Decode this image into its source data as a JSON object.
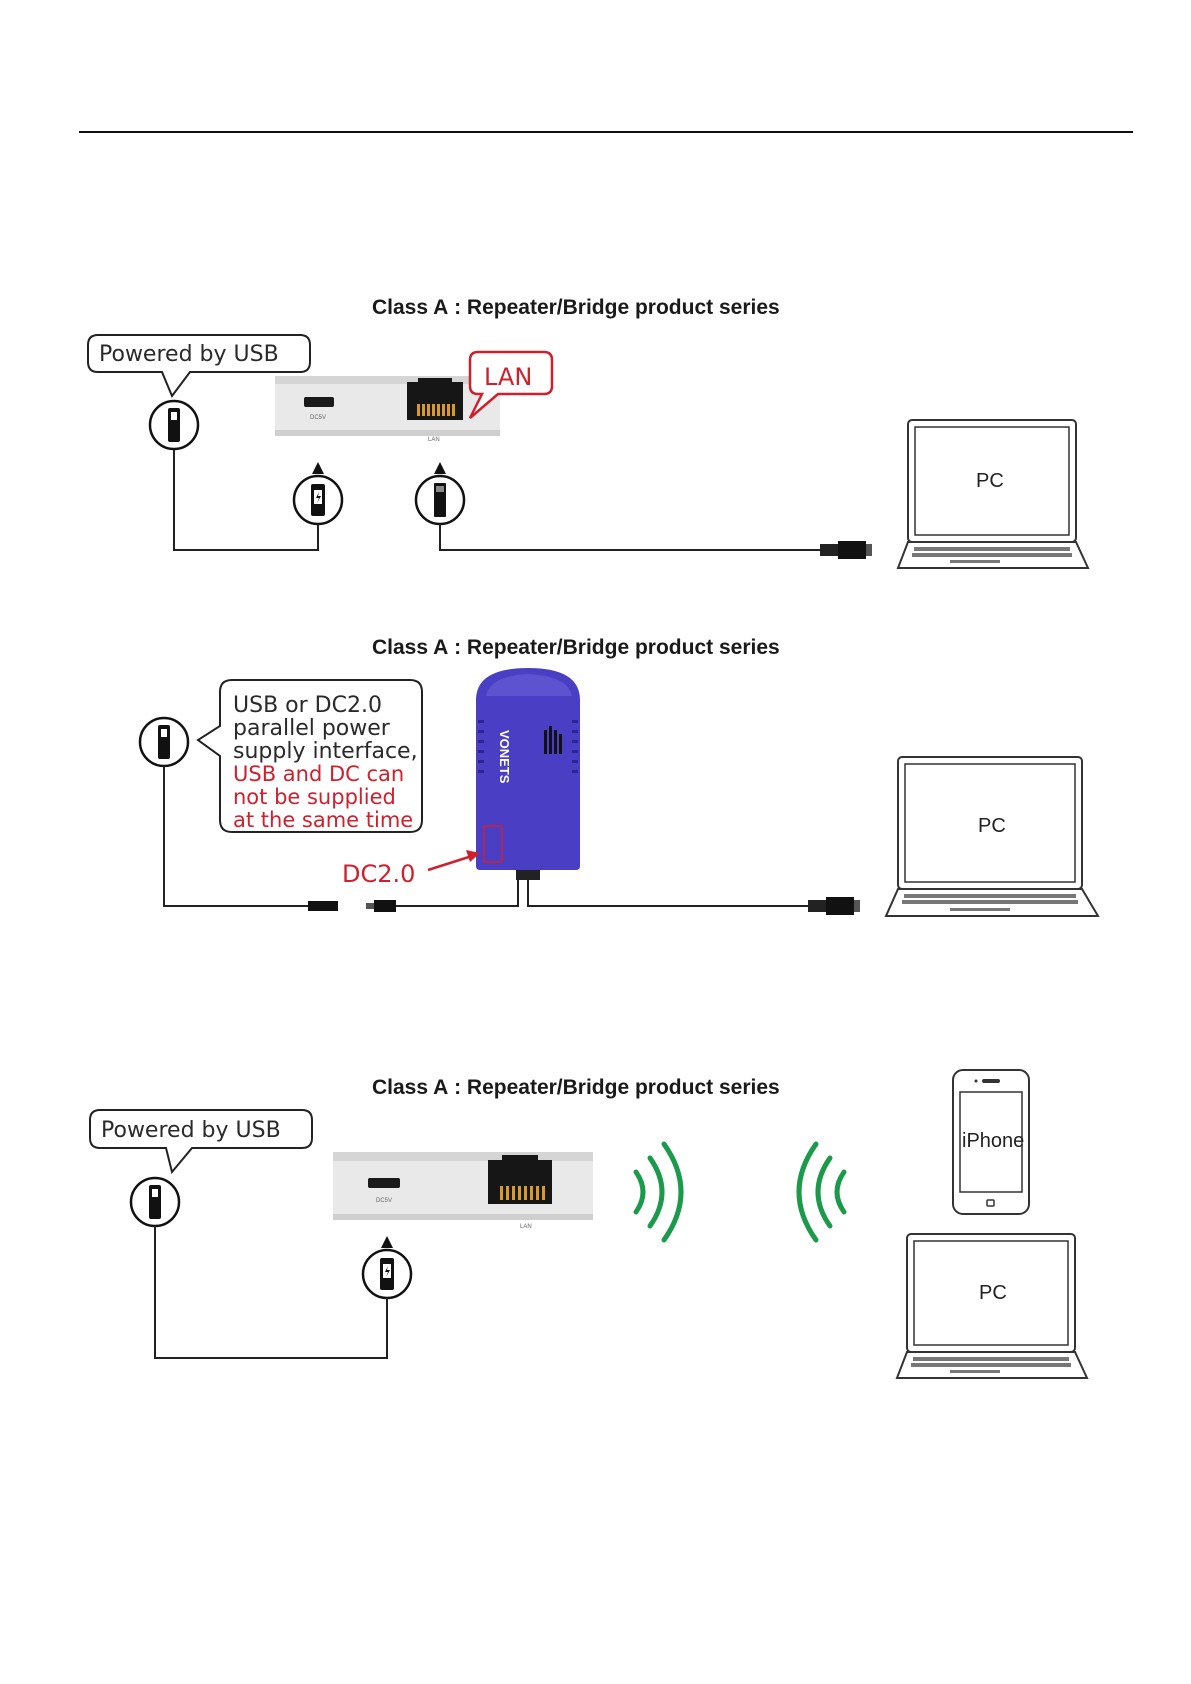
{
  "diagram1": {
    "title": "Class A : Repeater/Bridge product series",
    "callout": "Powered by USB",
    "lan_label": "LAN",
    "port_dc": "DC5V",
    "port_lan": "LAN",
    "pc_label": "PC"
  },
  "diagram2": {
    "title": "Class A : Repeater/Bridge product series",
    "callout_lines": [
      "USB or DC2.0",
      "parallel power",
      "supply interface,"
    ],
    "warning_lines": [
      "USB and DC can",
      "not be supplied",
      "at the same time"
    ],
    "dc_label": "DC2.0",
    "pc_label": "PC"
  },
  "diagram3": {
    "title": "Class A : Repeater/Bridge product series",
    "callout": "Powered by USB",
    "port_dc": "DC5V",
    "port_lan": "LAN",
    "phone_label": "iPhone",
    "pc_label": "PC"
  },
  "colors": {
    "router_blue": "#4a3fc4",
    "red_accent": "#d0202e",
    "signal_green": "#1a9a4a",
    "line": "#222222"
  }
}
